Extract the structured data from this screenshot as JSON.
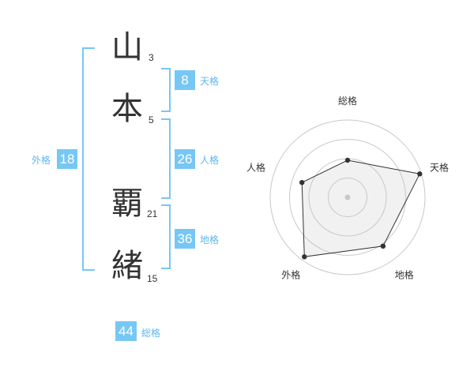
{
  "theme": {
    "accent": "#77c7f5",
    "label_color": "#5bb8f0",
    "text_color": "#333333"
  },
  "name": {
    "chars": [
      {
        "char": "山",
        "strokes": "3"
      },
      {
        "char": "本",
        "strokes": "5"
      },
      {
        "char": "覇",
        "strokes": "21"
      },
      {
        "char": "緒",
        "strokes": "15"
      }
    ]
  },
  "fortune": {
    "tenkaku": {
      "value": "8",
      "label": "天格"
    },
    "jinkaku": {
      "value": "26",
      "label": "人格"
    },
    "chikaku": {
      "value": "36",
      "label": "地格"
    },
    "gaikaku": {
      "value": "18",
      "label": "外格"
    },
    "soukaku": {
      "value": "44",
      "label": "総格"
    }
  },
  "radar": {
    "axes": [
      "総格",
      "天格",
      "地格",
      "外格",
      "人格"
    ],
    "levels": 4,
    "values": [
      0.48,
      0.98,
      0.78,
      0.95,
      0.62
    ]
  }
}
